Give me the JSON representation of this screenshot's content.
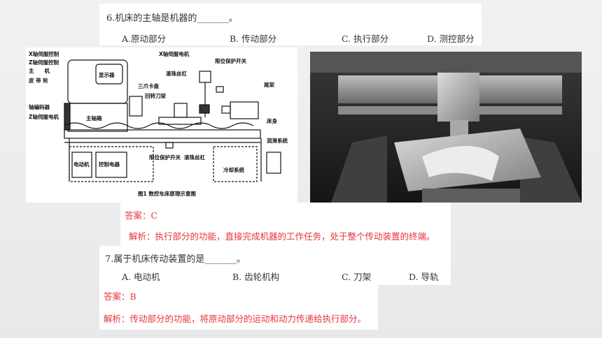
{
  "q6": {
    "stem": "6.机床的主轴是机器的_______。",
    "options": [
      "A.原动部分",
      "B. 传动部分",
      "C. 执行部分",
      "D. 测控部分"
    ],
    "answer": "答案：C",
    "analysis": "解析：执行部分的功能，直接完成机器的工作任务，处于整个传动装置的终端。"
  },
  "diagram": {
    "labels_left": [
      "X轴伺服控制",
      "Z轴伺服控制",
      "主　　机",
      "皮 带 轮",
      "轴编码器",
      "Z轴伺服电机"
    ],
    "label_top_motor": "X轴伺服电机",
    "label_limit_top": "限位保护开关",
    "label_screw_top": "滚珠丝杠",
    "label_chuck": "三爪卡盘",
    "label_toolpost": "回转刀架",
    "label_tailstock": "尾架",
    "label_bed": "床身",
    "label_lube": "润滑系统",
    "label_display": "显示器",
    "label_spindle_box": "主轴箱",
    "label_limit_bottom": "限位保护开关",
    "label_screw_bottom": "滚珠丝杠",
    "label_motor": "电动机",
    "label_control": "控制电器",
    "label_cooling": "冷却系统",
    "caption": "图1  数控车床原理示意图"
  },
  "q7": {
    "stem": "7.属于机床传动装置的是_______。",
    "options": [
      "A. 电动机",
      "B. 齿轮机构",
      "C. 刀架",
      "D. 导轨"
    ],
    "answer": "答案：B",
    "analysis": "解析：传动部分的功能，将原动部分的运动和动力传递给执行部分。"
  }
}
